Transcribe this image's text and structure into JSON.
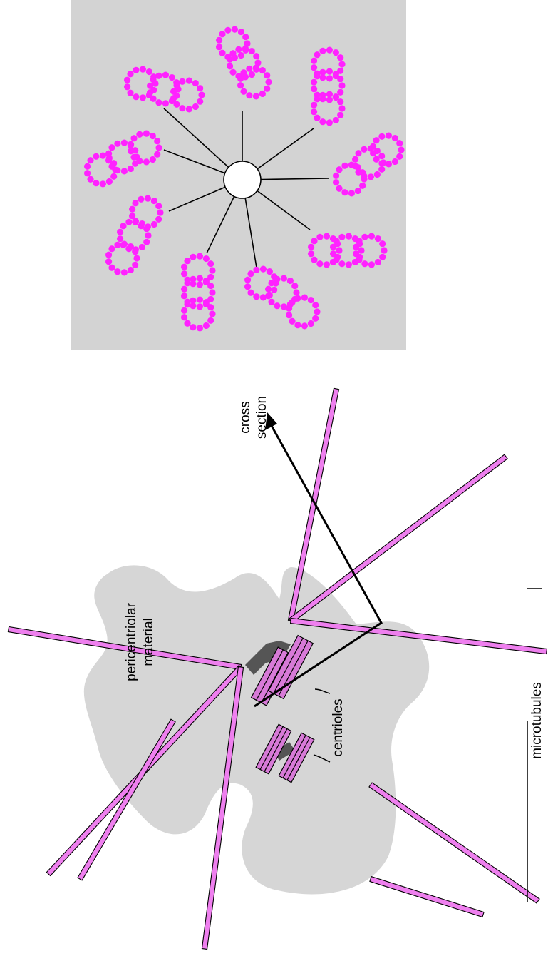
{
  "labels": {
    "cross_section_line1": "cross",
    "cross_section_line2": "section",
    "pericentriolar_line1": "pericentriolar",
    "pericentriolar_line2": "material",
    "centrioles_upper": "centrioles",
    "centrioles_lower": "centrioles",
    "microtubules": "microtubules"
  },
  "colors": {
    "background": "#ffffff",
    "pericentriolar_material": "#d6d6d6",
    "cross_section_panel": "#d3d3d3",
    "microtubule_fill": "#ee7fee",
    "microtubule_outline": "#000000",
    "tubulin_subunit": "#ff22ff",
    "centriole_fill": "#d77ad7",
    "dark_material": "#555555"
  },
  "cross_section": {
    "triplet_count": 9,
    "tubules_per_triplet": 3
  }
}
